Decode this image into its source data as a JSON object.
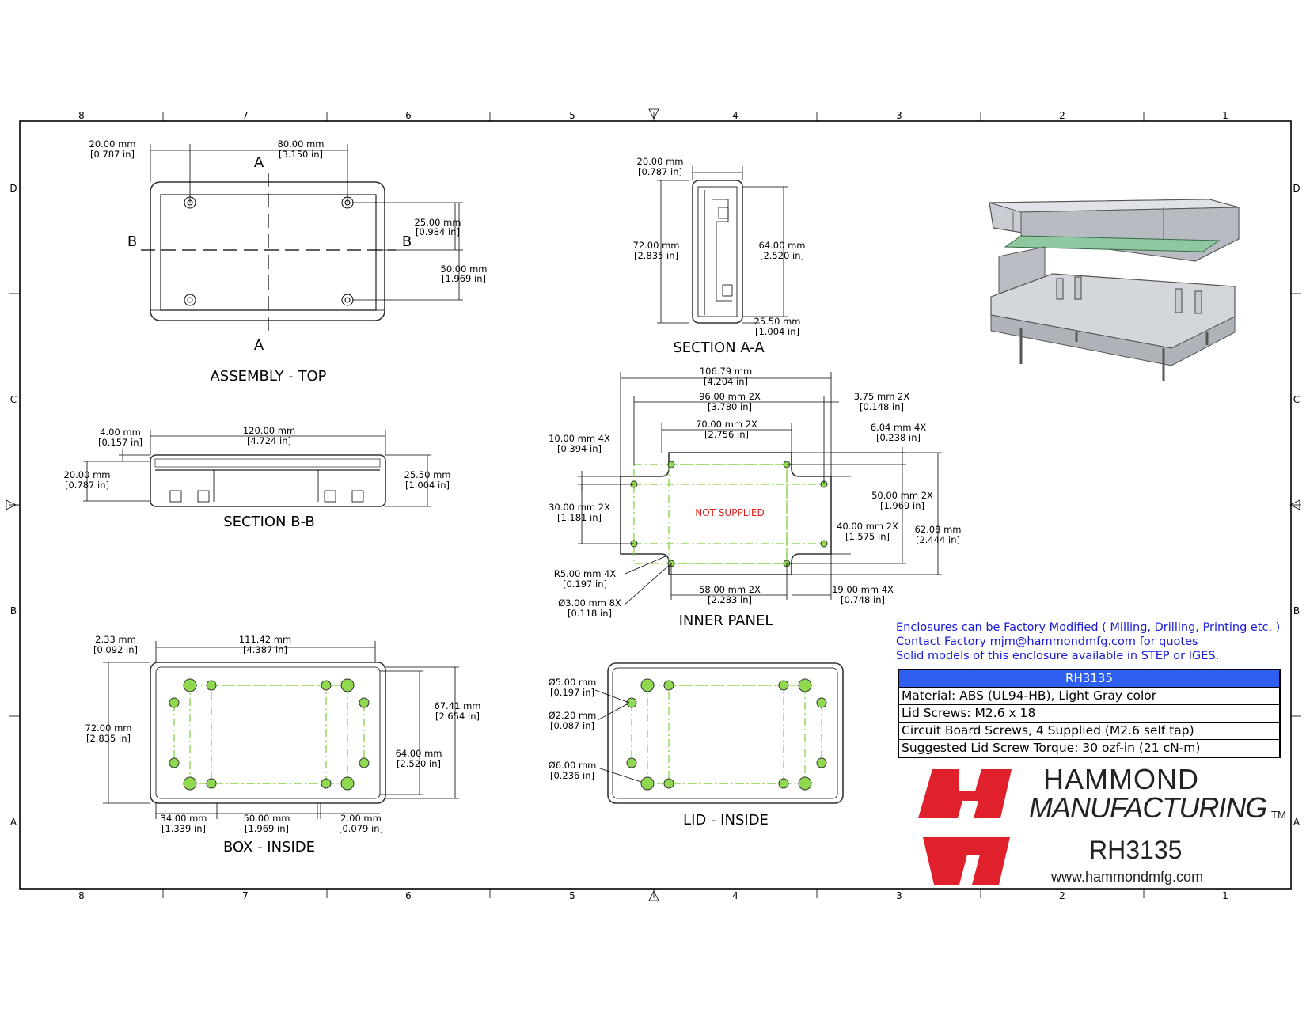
{
  "border": {
    "top_zones": [
      "8",
      "7",
      "6",
      "5",
      "4",
      "3",
      "2",
      "1"
    ],
    "side_zones": [
      "D",
      "C",
      "B",
      "A"
    ]
  },
  "views": {
    "assembly_top": {
      "title": "ASSEMBLY - TOP",
      "section_a": "A",
      "section_b": "B",
      "dims": [
        [
          "20.00 mm",
          "[0.787 in]"
        ],
        [
          "80.00 mm",
          "[3.150 in]"
        ],
        [
          "25.00 mm",
          "[0.984 in]"
        ],
        [
          "50.00 mm",
          "[1.969 in]"
        ]
      ]
    },
    "section_aa": {
      "title": "SECTION A-A",
      "dims": [
        [
          "20.00 mm",
          "[0.787 in]"
        ],
        [
          "72.00 mm",
          "[2.835 in]"
        ],
        [
          "64.00 mm",
          "[2.520 in]"
        ],
        [
          "25.50 mm",
          "[1.004 in]"
        ]
      ]
    },
    "section_bb": {
      "title": "SECTION B-B",
      "dims": [
        [
          "4.00 mm",
          "[0.157 in]"
        ],
        [
          "120.00 mm",
          "[4.724 in]"
        ],
        [
          "20.00 mm",
          "[0.787 in]"
        ],
        [
          "25.50 mm",
          "[1.004 in]"
        ]
      ]
    },
    "inner_panel": {
      "title": "INNER PANEL",
      "not_supplied": "NOT SUPPLIED",
      "dims": [
        [
          "106.79 mm",
          "[4.204 in]"
        ],
        [
          "96.00 mm 2X",
          "[3.780 in]"
        ],
        [
          "3.75 mm  2X",
          "[0.148 in]"
        ],
        [
          "70.00 mm 2X",
          "[2.756 in]"
        ],
        [
          "6.04 mm  4X",
          "[0.238 in]"
        ],
        [
          "10.00 mm 4X",
          "[0.394 in]"
        ],
        [
          "30.00 mm 2X",
          "[1.181 in]"
        ],
        [
          "50.00 mm 2X",
          "[1.969 in]"
        ],
        [
          "40.00 mm 2X",
          "[1.575 in]"
        ],
        [
          "62.08 mm",
          "[2.444 in]"
        ],
        [
          "R5.00 mm 4X",
          "[0.197 in]"
        ],
        [
          "Ø3.00 mm 8X",
          "[0.118 in]"
        ],
        [
          "58.00 mm 2X",
          "[2.283 in]"
        ],
        [
          "19.00 mm 4X",
          "[0.748 in]"
        ]
      ]
    },
    "box_inside": {
      "title": "BOX - INSIDE",
      "dims": [
        [
          "2.33 mm",
          "[0.092 in]"
        ],
        [
          "111.42 mm",
          "[4.387 in]"
        ],
        [
          "72.00 mm",
          "[2.835 in]"
        ],
        [
          "67.41 mm",
          "[2.654 in]"
        ],
        [
          "64.00 mm",
          "[2.520 in]"
        ],
        [
          "34.00 mm",
          "[1.339 in]"
        ],
        [
          "50.00 mm",
          "[1.969 in]"
        ],
        [
          "2.00 mm",
          "[0.079 in]"
        ]
      ]
    },
    "lid_inside": {
      "title": "LID - INSIDE",
      "dims": [
        [
          "Ø5.00 mm",
          "[0.197 in]"
        ],
        [
          "Ø2.20 mm",
          "[0.087 in]"
        ],
        [
          "Ø6.00 mm",
          "[0.236 in]"
        ]
      ]
    }
  },
  "notes": [
    "Enclosures can be Factory Modified ( Milling, Drilling, Printing etc. )",
    "Contact Factory mjm@hammondmfg.com for quotes",
    "Solid models of this enclosure available in STEP or IGES."
  ],
  "spec_table": {
    "header": "RH3135",
    "rows": [
      "Material: ABS (UL94-HB),  Light Gray color",
      "Lid Screws: M2.6 x 18",
      "Circuit Board Screws, 4 Supplied (M2.6 self tap)",
      "Suggested Lid Screw Torque: 30 ozf-in (21 cN-m)"
    ]
  },
  "brand": {
    "name_line1": "HAMMOND",
    "name_line2": "MANUFACTURING",
    "trademark": "TM",
    "part_number": "RH3135",
    "website": "www.hammondmfg.com",
    "logo_color": "#e0202a"
  },
  "colors": {
    "note_blue": "#1a1ad8",
    "table_header": "#2f5ff0",
    "centerline_green": "#7ccf3a",
    "not_supplied_red": "#e02020"
  }
}
